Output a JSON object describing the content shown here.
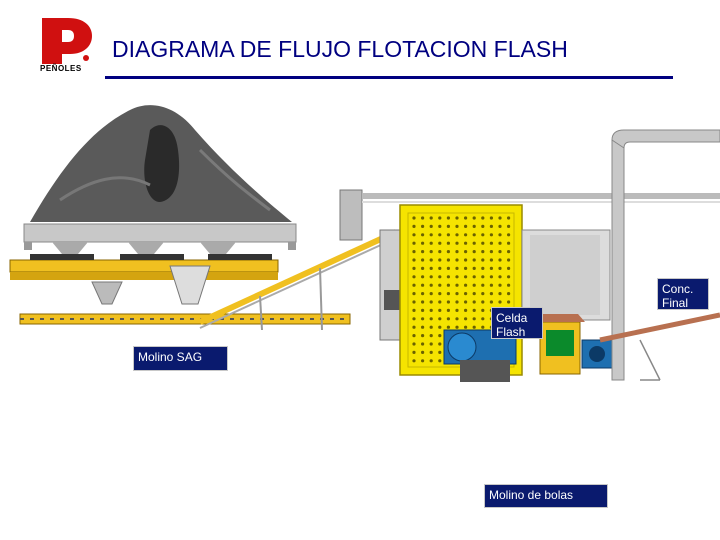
{
  "header": {
    "title": "DIAGRAMA DE FLUJO FLOTACION FLASH",
    "logo_text": "PEÑOLES"
  },
  "labels": {
    "sag_mill": "Molino SAG",
    "flash_cell": "Celda\nFlash",
    "final_conc": "Conc.\nFinal",
    "ball_mill": "Molino de bolas"
  },
  "colors": {
    "title": "#000080",
    "label_bg": "#0a1a6e",
    "logo_red": "#d01010",
    "flash_cell_yellow": "#f5e400"
  }
}
